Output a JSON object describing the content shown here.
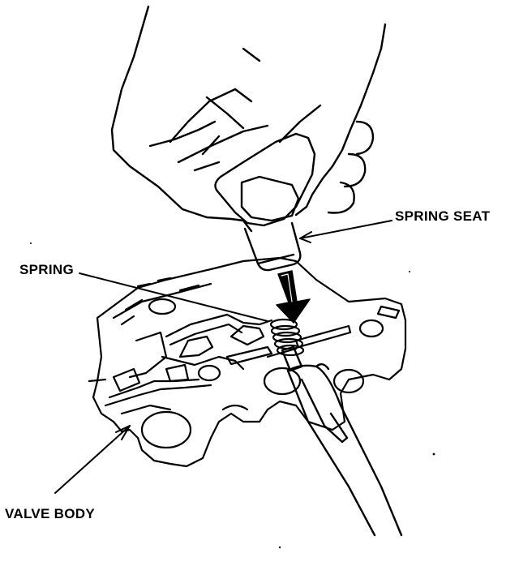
{
  "labels": {
    "spring_seat": "SPRING SEAT",
    "spring": "SPRING",
    "valve_body": "VALVE BODY"
  },
  "colors": {
    "ink": "#000000",
    "paper": "#ffffff"
  },
  "illustration": {
    "hand": "hand-pressing-icon",
    "tool": "screwdriver-icon",
    "direction": "down-arrow-icon",
    "part": "valve-body-icon"
  }
}
